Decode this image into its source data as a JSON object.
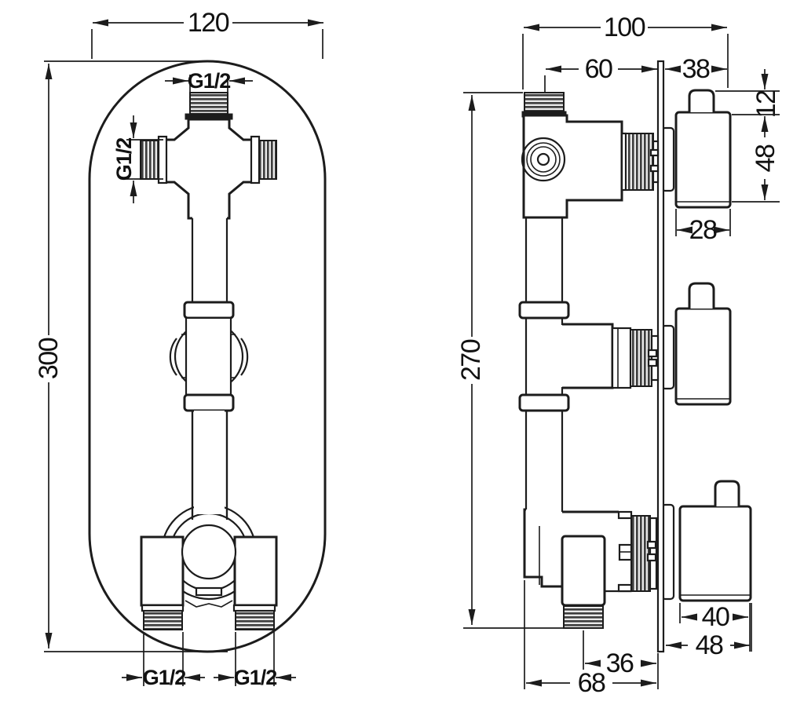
{
  "drawing_title": "thermostatic-concealed-shower-valve-dimensions",
  "front_view": {
    "width": "120",
    "height": "300",
    "thread_top": "G1/2",
    "thread_side": "G1/2",
    "outlet_left_thread": "G1/2",
    "outlet_right_thread": "G1/2"
  },
  "side_view": {
    "depth_total": "100",
    "depth_to_plate": "60",
    "handle_projection": "38",
    "knob_stem_height": "12",
    "knob_height": "48",
    "knob_width": "28",
    "height_total": "270",
    "bottom_knob_width": "40",
    "bottom_knob_projection": "48",
    "outlet_to_plate": "36",
    "body_to_plate": "68"
  },
  "colors": {
    "line": "#1c1c1c",
    "background": "#ffffff",
    "thread_dark": "#3d3d3d",
    "thread_light": "#e9e9e9"
  }
}
